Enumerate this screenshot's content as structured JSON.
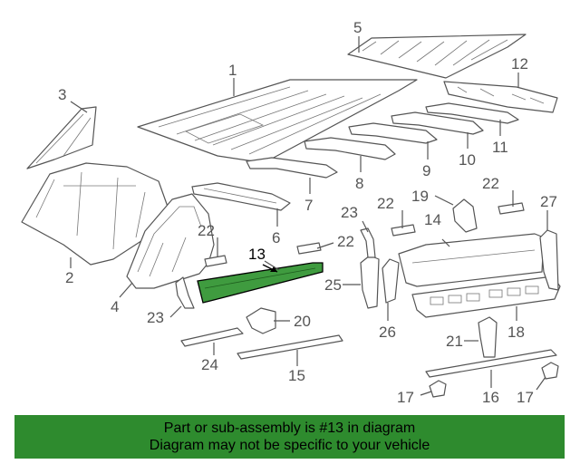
{
  "callouts": {
    "c1": "1",
    "c2": "2",
    "c3": "3",
    "c4": "4",
    "c5": "5",
    "c6": "6",
    "c7": "7",
    "c8": "8",
    "c9": "9",
    "c10": "10",
    "c11": "11",
    "c12": "12",
    "c13": "13",
    "c14": "14",
    "c15": "15",
    "c16": "16",
    "c17a": "17",
    "c17b": "17",
    "c18": "18",
    "c19": "19",
    "c20": "20",
    "c21": "21",
    "c22a": "22",
    "c22b": "22",
    "c22c": "22",
    "c22d": "22",
    "c23a": "23",
    "c23b": "23",
    "c24": "24",
    "c25": "25",
    "c26": "26",
    "c27": "27"
  },
  "highlighted_part": "13",
  "colors": {
    "highlight": "#3f9b3f",
    "banner": "#2e8b2e",
    "line": "#555555"
  },
  "banner": {
    "line1": "Part or sub-assembly is #13 in diagram",
    "line2": "Diagram may not be specific to your vehicle"
  }
}
